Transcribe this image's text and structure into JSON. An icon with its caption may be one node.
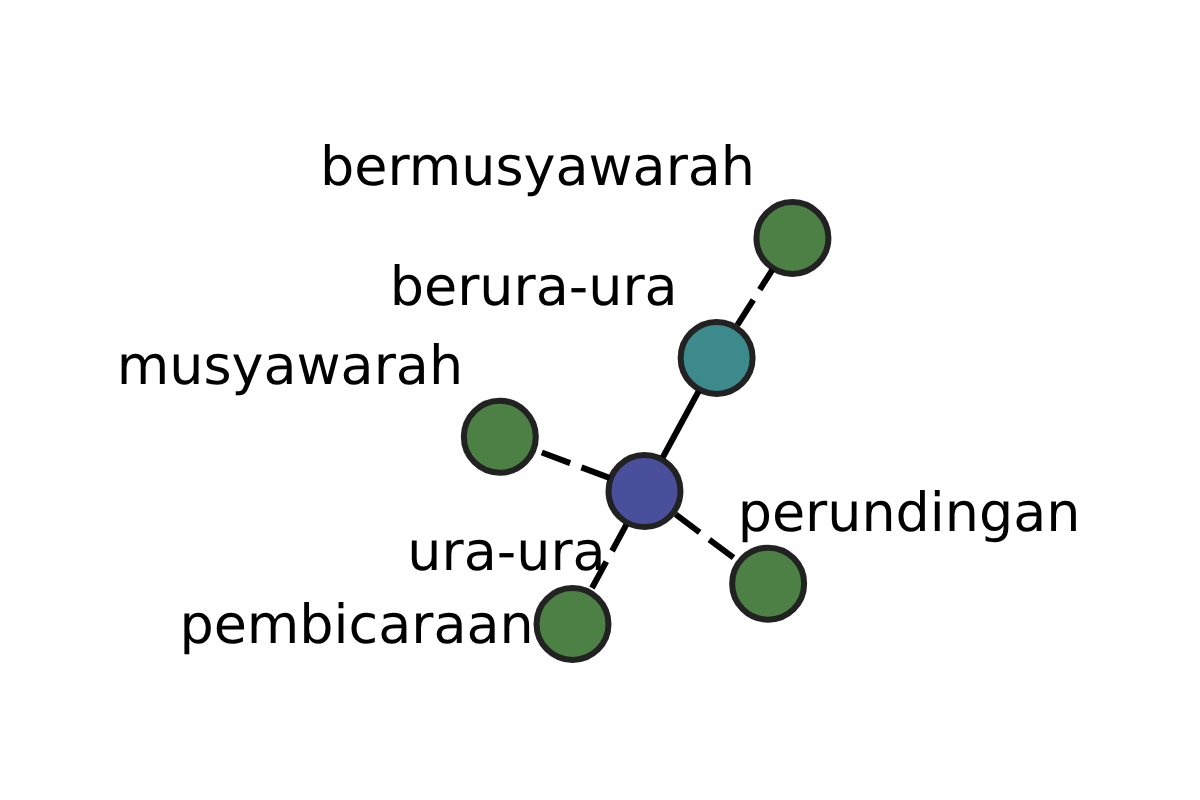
{
  "diagram": {
    "nodes": [
      {
        "text": [
          "ura-ura"
        ]
      },
      {
        "text": [
          "perundingan"
        ]
      },
      {
        "text": [
          "pembicaraan"
        ]
      },
      {
        "text": [
          "berura-ura"
        ]
      },
      {
        "text": [
          "bermusyawarah"
        ]
      },
      {
        "text": [
          "musyawarah"
        ]
      }
    ],
    "edges": [
      {
        "from": 0,
        "to": 1,
        "arrow": "none",
        "style": "dashed"
      },
      {
        "from": 0,
        "to": 2,
        "arrow": "none",
        "style": "dashed"
      },
      {
        "from": 0,
        "to": 3,
        "arrow": "none"
      },
      {
        "from": 3,
        "to": 4,
        "arrow": "none",
        "style": "dashed"
      },
      {
        "from": 0,
        "to": 5,
        "arrow": "none",
        "style": "dashed"
      }
    ]
  }
}
